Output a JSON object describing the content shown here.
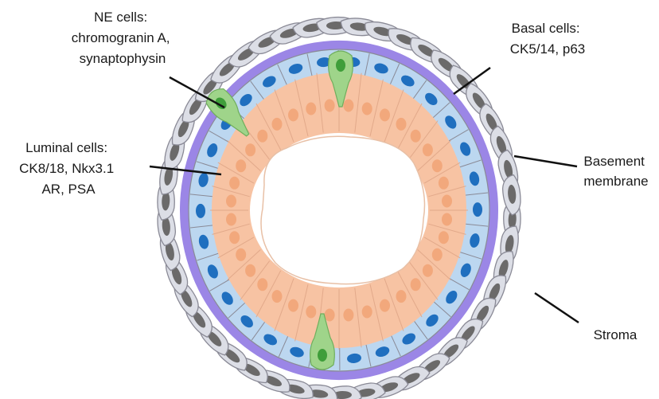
{
  "labels": {
    "ne": [
      "NE cells:",
      "chromogranin A,",
      "synaptophysin"
    ],
    "basal": [
      "Basal cells:",
      "CK5/14, p63"
    ],
    "luminal": [
      "Luminal cells:",
      "CK8/18, Nkx3.1",
      "AR, PSA"
    ],
    "basement": [
      "Basement",
      "membrane"
    ],
    "stroma": [
      "Stroma"
    ]
  },
  "colors": {
    "stroma_cell": "#dcdee6",
    "stroma_nucleus": "#6b6a6a",
    "basement_membrane": "#9b86e6",
    "basal_cell": "#bcd7f0",
    "basal_nucleus": "#1f6fbf",
    "luminal_cell": "#f7c3a3",
    "luminal_nucleus": "#f2a87c",
    "ne_cell": "#9fd48a",
    "ne_nucleus": "#3f9e3a",
    "lumen": "#ffffff",
    "cell_outline": "#8a8a96"
  }
}
